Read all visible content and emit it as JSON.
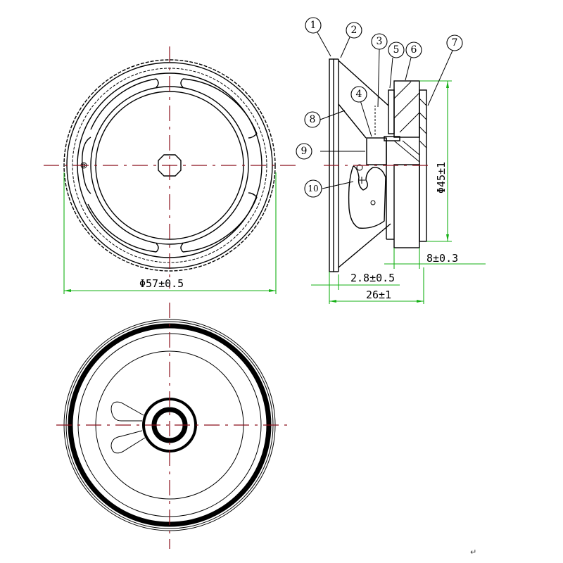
{
  "drawing": {
    "title": "Speaker technical drawing (front, side section, rear views)",
    "views": [
      "front-view",
      "side-section-view",
      "rear-view"
    ],
    "colors": {
      "outline": "#000000",
      "centerline": "#8b0f1a",
      "dimension": "#16b016"
    }
  },
  "dimensions": {
    "outer_diameter": "Φ57±0.5",
    "magnet_diameter": "Φ45±1",
    "magnet_depth": "8±0.3",
    "frame_flange": "2.8±0.5",
    "overall_depth": "26±1"
  },
  "callouts": [
    {
      "id": "1",
      "label": "1"
    },
    {
      "id": "2",
      "label": "2"
    },
    {
      "id": "3",
      "label": "3"
    },
    {
      "id": "4",
      "label": "4"
    },
    {
      "id": "5",
      "label": "5"
    },
    {
      "id": "6",
      "label": "6"
    },
    {
      "id": "7",
      "label": "7"
    },
    {
      "id": "8",
      "label": "8"
    },
    {
      "id": "9",
      "label": "9"
    },
    {
      "id": "10",
      "label": "10"
    }
  ],
  "footer_mark": "↵"
}
